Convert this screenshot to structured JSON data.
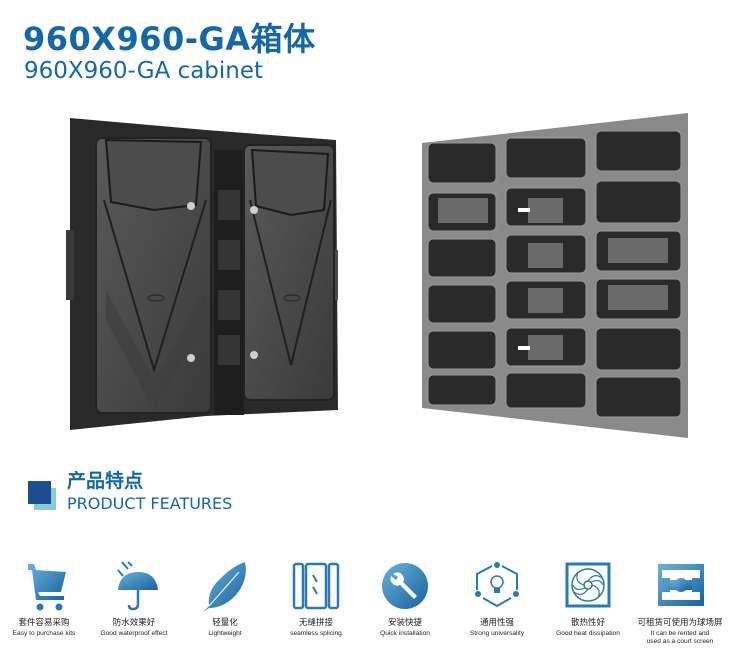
{
  "header": {
    "title_cn": "960X960-GA箱体",
    "title_en": "960X960-GA cabinet"
  },
  "images": {
    "front": "cabinet-front-view",
    "back": "cabinet-back-view"
  },
  "features_section": {
    "heading_cn": "产品特点",
    "heading_en": "PRODUCT FEATURES",
    "accent_dark": "#1b4d8f",
    "accent_light": "#8cc9d6"
  },
  "features": [
    {
      "icon": "shopping-cart-icon",
      "cn": "套件容易采购",
      "en": "Easy to purchase kits"
    },
    {
      "icon": "umbrella-rain-icon",
      "cn": "防水效果好",
      "en": "Good waterproof effect"
    },
    {
      "icon": "feather-icon",
      "cn": "轻量化",
      "en": "Lightweight"
    },
    {
      "icon": "seamless-splice-icon",
      "cn": "无缝拼接",
      "en": "seamless splicing"
    },
    {
      "icon": "wrench-icon",
      "cn": "安装快捷",
      "en": "Quick installation"
    },
    {
      "icon": "lightbulb-network-icon",
      "cn": "通用性强",
      "en": "Strong universality"
    },
    {
      "icon": "fan-icon",
      "cn": "散热性好",
      "en": "Good heat dissipation"
    },
    {
      "icon": "court-screen-icon",
      "cn": "可租赁可使用为球场屏",
      "en": "It can be rented and",
      "en2": "used as a court screen"
    }
  ],
  "colors": {
    "brand_blue": "#1467a8",
    "icon_gradient_start": "#5aa6d2",
    "icon_gradient_end": "#1a6aa8"
  }
}
